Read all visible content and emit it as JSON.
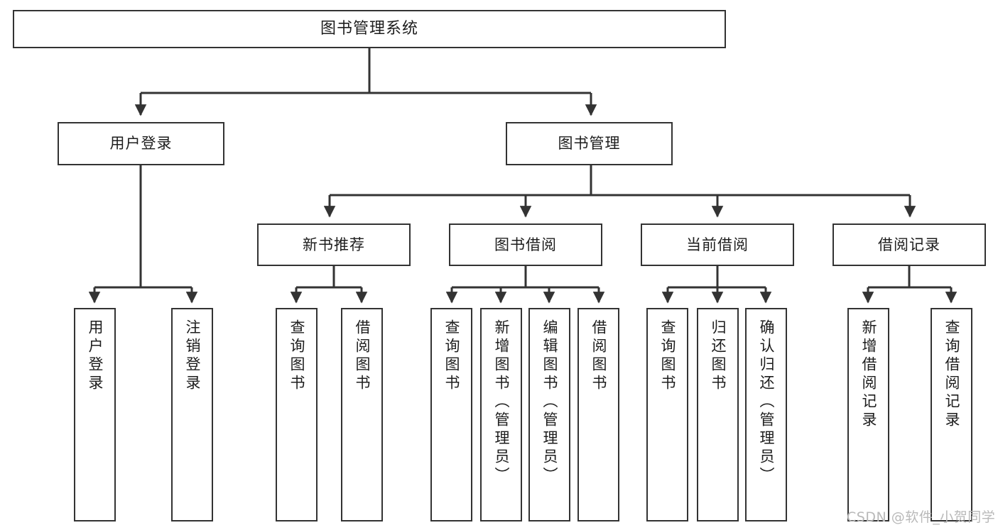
{
  "diagram": {
    "title": "图书管理系统",
    "type": "tree-hierarchy-diagram",
    "watermark": "CSDN @软件_小贺同学",
    "colors": {
      "node_border": "#333333",
      "node_fill": "#ffffff",
      "edge": "#333333",
      "text": "#1d1d1d",
      "background": "#ffffff",
      "watermark": "#b9b9b9"
    },
    "nodes": {
      "root": {
        "label": "图书管理系统"
      },
      "level2": [
        {
          "id": "user-login",
          "label": "用户登录"
        },
        {
          "id": "book-management",
          "label": "图书管理"
        }
      ],
      "level3": [
        {
          "id": "new-book-recommend",
          "label": "新书推荐"
        },
        {
          "id": "book-borrow",
          "label": "图书借阅"
        },
        {
          "id": "current-borrow",
          "label": "当前借阅"
        },
        {
          "id": "borrow-record",
          "label": "借阅记录"
        }
      ],
      "leaves": {
        "user_login": [
          {
            "id": "leaf-user-login",
            "label": "用户登录"
          },
          {
            "id": "leaf-logout-login",
            "label": "注销登录"
          }
        ],
        "new_book_recommend": [
          {
            "id": "leaf-query-book-1",
            "label": "查询图书"
          },
          {
            "id": "leaf-borrow-book-1",
            "label": "借阅图书"
          }
        ],
        "book_borrow": [
          {
            "id": "leaf-query-book-2",
            "label": "查询图书"
          },
          {
            "id": "leaf-add-book",
            "label": "新增图书（管理员）"
          },
          {
            "id": "leaf-edit-book",
            "label": "编辑图书（管理员）"
          },
          {
            "id": "leaf-borrow-book-2",
            "label": "借阅图书"
          }
        ],
        "current_borrow": [
          {
            "id": "leaf-query-book-3",
            "label": "查询图书"
          },
          {
            "id": "leaf-return-book",
            "label": "归还图书"
          },
          {
            "id": "leaf-confirm-return",
            "label": "确认归还（管理员）"
          }
        ],
        "borrow_record": [
          {
            "id": "leaf-add-record",
            "label": "新增借阅记录"
          },
          {
            "id": "leaf-query-record",
            "label": "查询借阅记录"
          }
        ]
      }
    }
  }
}
